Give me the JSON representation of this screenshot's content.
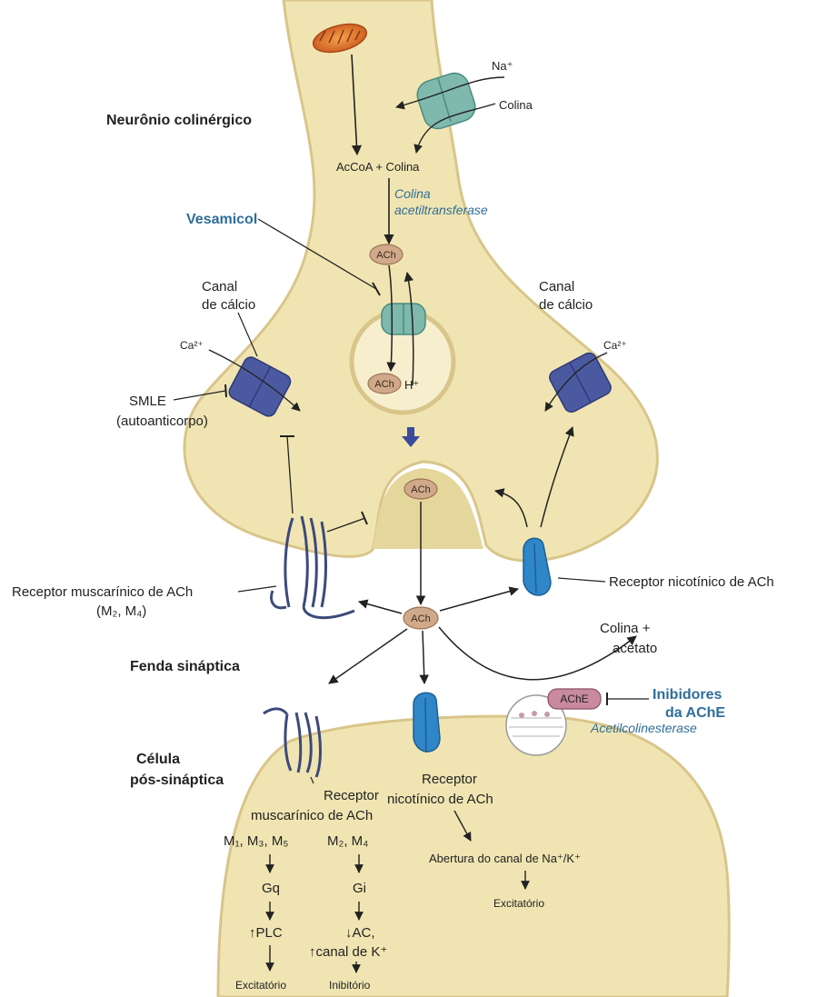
{
  "colors": {
    "cytoplasm": "#f0e5b2",
    "membrane": "#d9c58a",
    "drug": "#2f6d9a",
    "enzyme": "#2f6d9a",
    "calcium_channel": "#4b5aa0",
    "transporter": "#7fb8ad",
    "nicotinic": "#2f86c8",
    "ach_ball": "#cfa98a"
  },
  "labels": {
    "neuron": "Neurônio colinérgico",
    "na": "Na⁺",
    "colina": "Colina",
    "acoa_colina": "AcCoA + Colina",
    "chat_1": "Colina",
    "chat_2": "acetiltransferase",
    "vesamicol": "Vesamicol",
    "ach": "ACh",
    "h": "H⁺",
    "canal_1": "Canal",
    "canal_2": "de cálcio",
    "ca": "Ca²⁺",
    "smle_1": "SMLE",
    "smle_2": "(autoanticorpo)",
    "musc_pre_1": "Receptor muscarínico de ACh",
    "musc_pre_2": "(M₂, M₄)",
    "nic_pre": "Receptor nicotínico de ACh",
    "cleft": "Fenda sináptica",
    "colina_acetato_1": "Colina +",
    "colina_acetato_2": "acetato",
    "ache": "AChE",
    "inhib_1": "Inibidores",
    "inhib_2": "da AChE",
    "acetilcolinesterase": "Acetilcolinesterase",
    "post_1": "Célula",
    "post_2": "pós-sináptica",
    "musc_post_1": "Receptor",
    "musc_post_2": "muscarínico de ACh",
    "m135": "M₁, M₃, M₅",
    "m24": "M₂, M₄",
    "gq": "Gq",
    "gi": "Gi",
    "plc": "↑PLC",
    "ac": "↓AC,",
    "k_channel": "↑canal de K⁺",
    "excit_left": "Excitatório",
    "inhib_right": "Inibitório",
    "nic_post_1": "Receptor",
    "nic_post_2": "nicotínico de ACh",
    "abertura": "Abertura do canal de Na⁺/K⁺",
    "excit_nic": "Excitatório"
  }
}
